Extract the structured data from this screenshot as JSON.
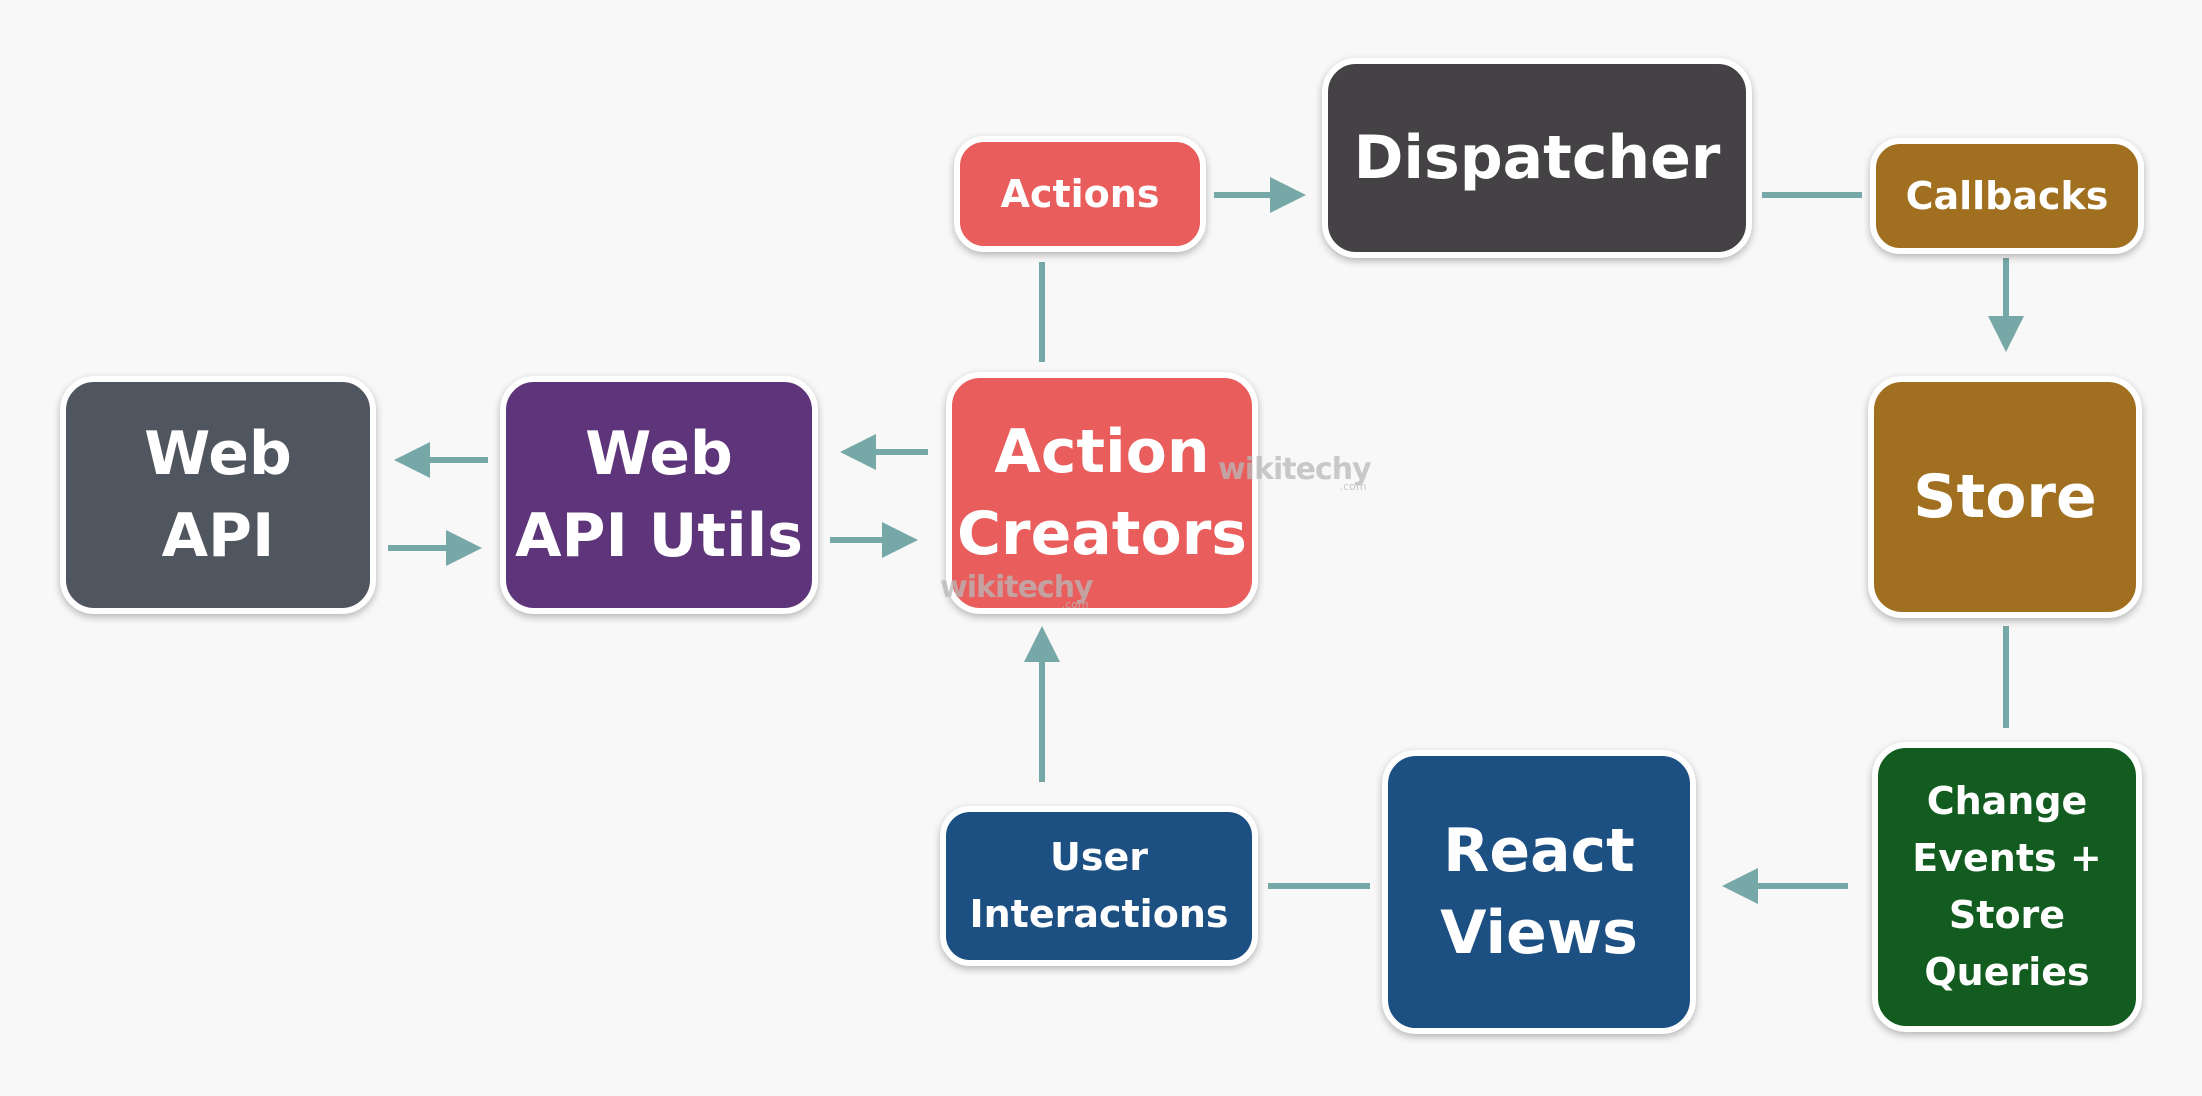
{
  "colors": {
    "background": "#f8f8f8",
    "connector": "#76a8a8",
    "node_border": "#ffffff"
  },
  "nodes": {
    "web_api": {
      "label": "Web\nAPI",
      "color": "#50565f"
    },
    "web_api_utils": {
      "label": "Web\nAPI Utils",
      "color": "#5e347a"
    },
    "action_creators": {
      "label": "Action\nCreators",
      "color": "#e95d5d"
    },
    "actions": {
      "label": "Actions",
      "color": "#e95d5d"
    },
    "dispatcher": {
      "label": "Dispatcher",
      "color": "#444244"
    },
    "callbacks": {
      "label": "Callbacks",
      "color": "#a07020"
    },
    "store": {
      "label": "Store",
      "color": "#a07020"
    },
    "change_events": {
      "label": "Change\nEvents +\nStore\nQueries",
      "color": "#135c20"
    },
    "react_views": {
      "label": "React\nViews",
      "color": "#1c4f82"
    },
    "user_interactions": {
      "label": "User\nInteractions",
      "color": "#1c4f82"
    }
  },
  "watermark": {
    "text": "wikitechy",
    "suffix": ".com"
  }
}
